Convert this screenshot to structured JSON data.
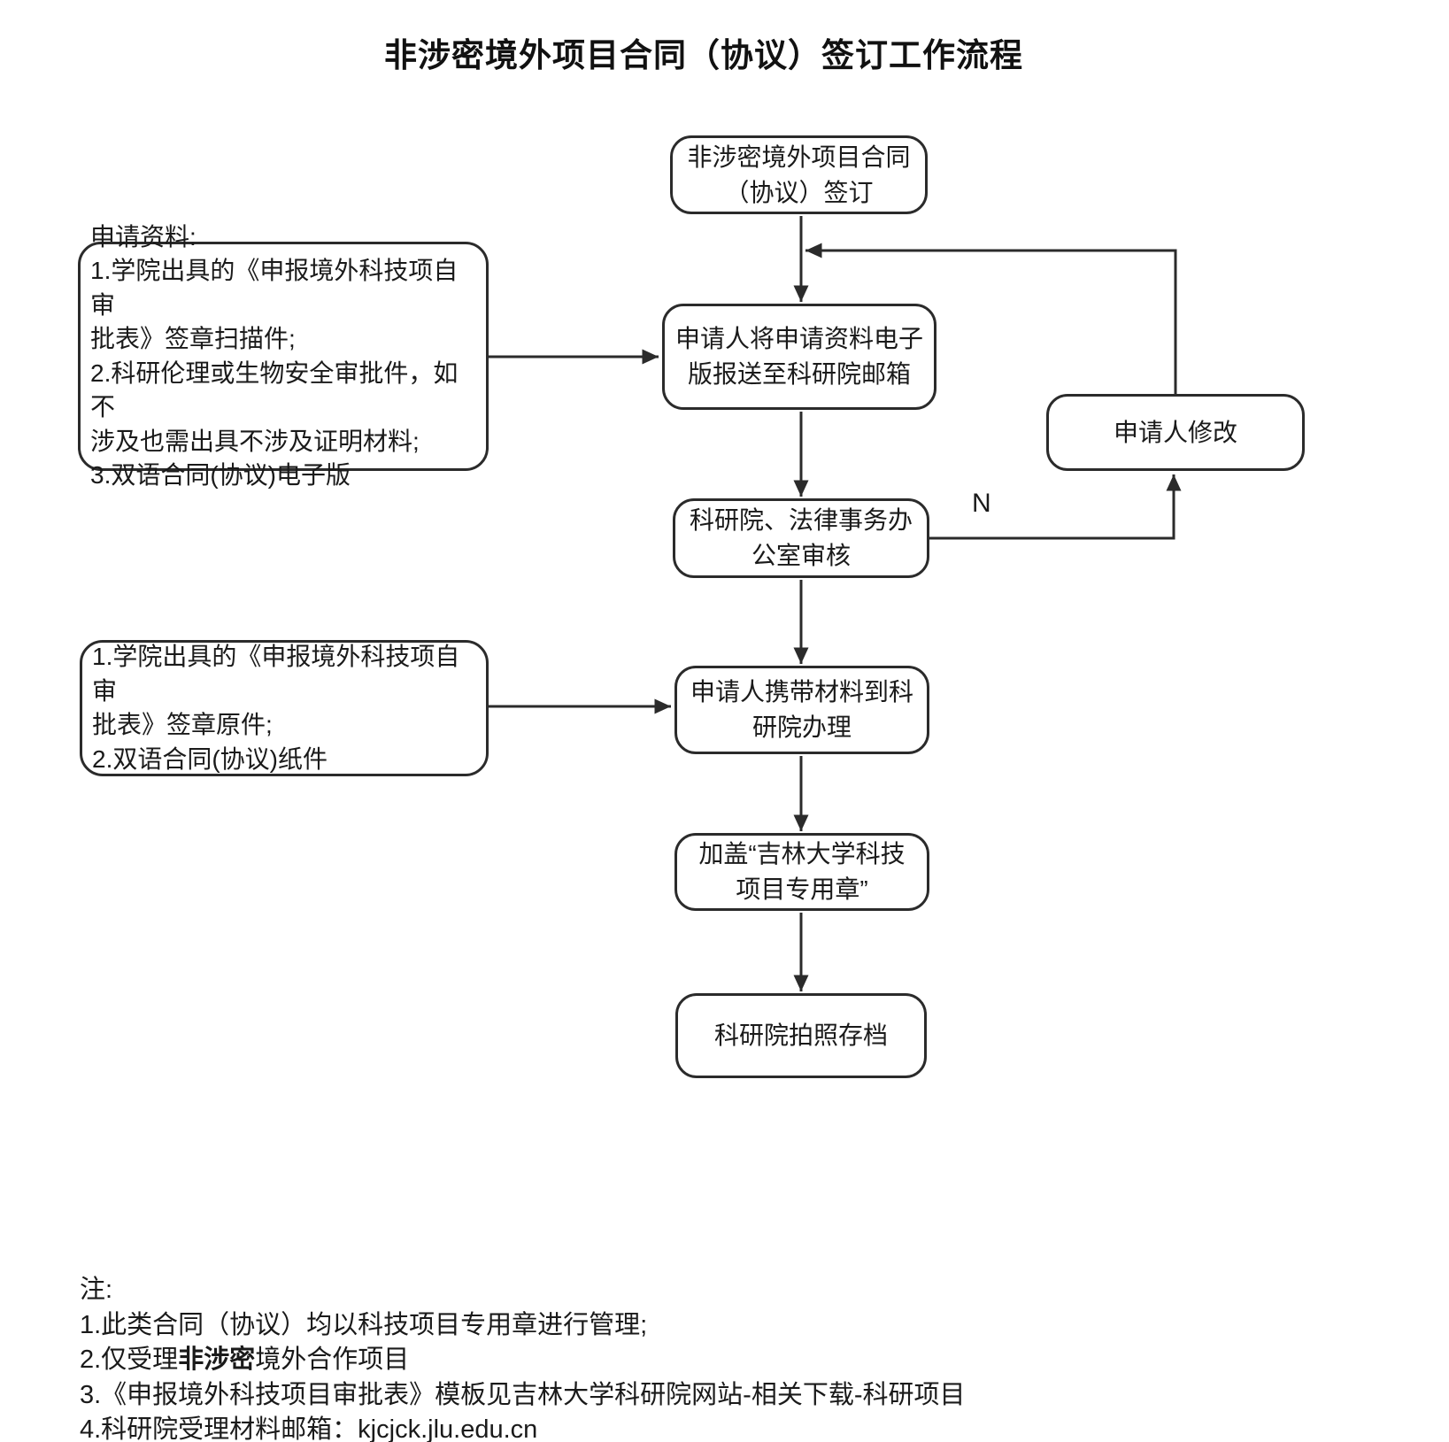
{
  "title": "非涉密境外项目合同（协议）签订工作流程",
  "flowchart": {
    "nodes": {
      "start": {
        "text": "非涉密境外项目合同\n（协议）签订"
      },
      "submit": {
        "text": "申请人将申请资料电子\n版报送至科研院邮箱"
      },
      "review": {
        "text": "科研院、法律事务办\n公室审核"
      },
      "modify": {
        "text": "申请人修改"
      },
      "bring": {
        "text": "申请人携带材料到科\n研院办理"
      },
      "stamp": {
        "text": "加盖“吉林大学科技\n项目专用章”"
      },
      "archive": {
        "text": "科研院拍照存档"
      },
      "materials1": {
        "text": "申请资料:\n1.学院出具的《申报境外科技项自审\n批表》签章扫描件;\n2.科研伦理或生物安全审批件，如不\n涉及也需出具不涉及证明材料;\n3.双语合同(协议)电子版"
      },
      "materials2": {
        "text": "1.学院出具的《申报境外科技项自审\n批表》签章原件;\n2.双语合同(协议)纸件"
      }
    },
    "labels": {
      "no": "N"
    }
  },
  "notes": {
    "heading": "注:",
    "item1": "1.此类合同（协议）均以科技项目专用章进行管理;",
    "item2_prefix": "2.仅受理",
    "item2_bold": "非涉密",
    "item2_suffix": "境外合作项目",
    "item3": "3.《申报境外科技项目审批表》模板见吉林大学科研院网站-相关下载-科研项目",
    "item4": "4.科研院受理材料邮箱：kjcjck.jlu.edu.cn"
  },
  "colors": {
    "line": "#2b2b2b",
    "text": "#1a1a1a",
    "page_background": "#ffffff"
  }
}
